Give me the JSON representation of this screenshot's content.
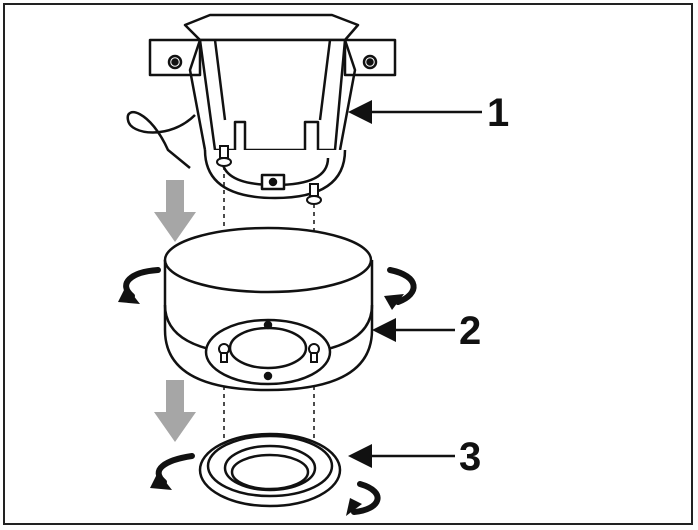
{
  "colors": {
    "line": "#111111",
    "guide_arrow": "#a6a6a6",
    "background": "#ffffff",
    "frame": "#222222"
  },
  "callouts": [
    {
      "label": "1",
      "part": "mounting-bracket"
    },
    {
      "label": "2",
      "part": "camera-dome-housing"
    },
    {
      "label": "3",
      "part": "trim-ring"
    }
  ],
  "icons": [
    "down-arrow-icon",
    "rotate-arrow-icon",
    "pointer-arrow-icon",
    "screw-icon"
  ]
}
